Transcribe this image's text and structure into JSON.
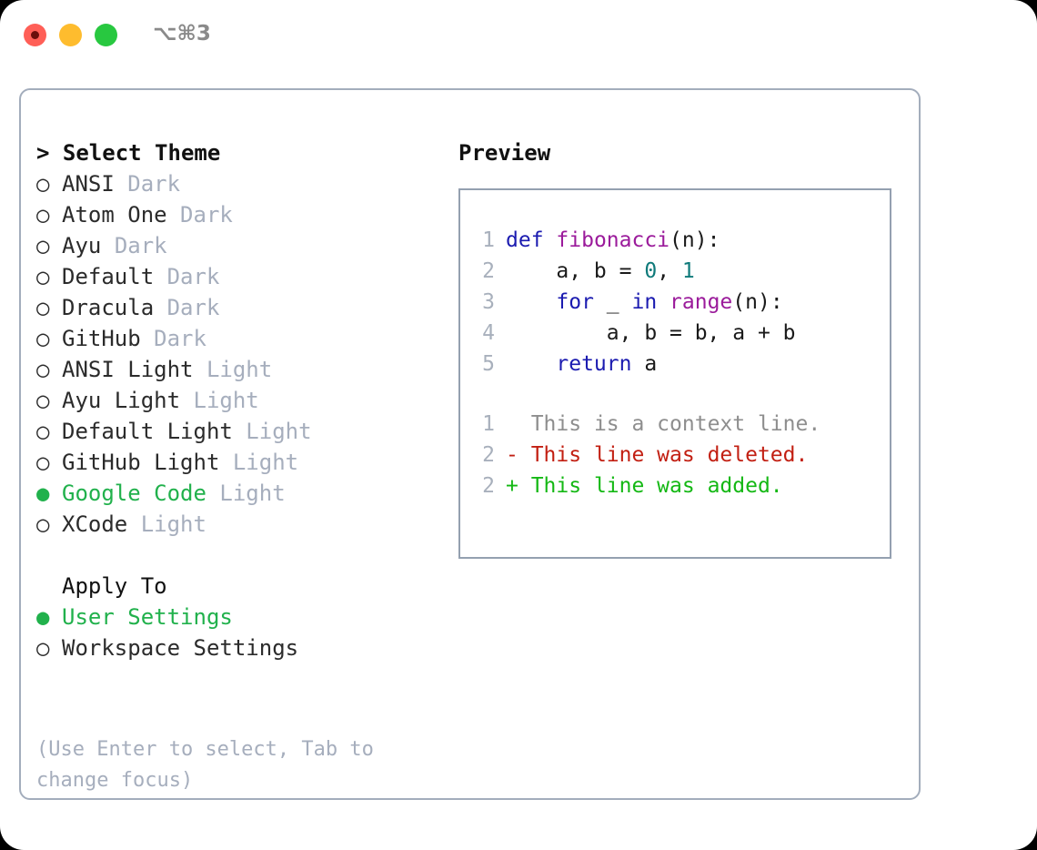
{
  "titlebar": {
    "shortcut": "⌥⌘3",
    "lights": [
      {
        "name": "close",
        "color": "#ff5f57"
      },
      {
        "name": "minimize",
        "color": "#febc2e"
      },
      {
        "name": "zoom",
        "color": "#28c840"
      }
    ]
  },
  "theme_section": {
    "caret": ">",
    "title": "Select Theme",
    "selected_bullet": "●",
    "unselected_bullet": "○",
    "items": [
      {
        "name": "ANSI",
        "tag": "Dark",
        "selected": false
      },
      {
        "name": "Atom One",
        "tag": "Dark",
        "selected": false
      },
      {
        "name": "Ayu",
        "tag": "Dark",
        "selected": false
      },
      {
        "name": "Default",
        "tag": "Dark",
        "selected": false
      },
      {
        "name": "Dracula",
        "tag": "Dark",
        "selected": false
      },
      {
        "name": "GitHub",
        "tag": "Dark",
        "selected": false
      },
      {
        "name": "ANSI Light",
        "tag": "Light",
        "selected": false
      },
      {
        "name": "Ayu Light",
        "tag": "Light",
        "selected": false
      },
      {
        "name": "Default Light",
        "tag": "Light",
        "selected": false
      },
      {
        "name": "GitHub Light",
        "tag": "Light",
        "selected": false
      },
      {
        "name": "Google Code",
        "tag": "Light",
        "selected": true
      },
      {
        "name": "XCode",
        "tag": "Light",
        "selected": false
      }
    ]
  },
  "apply_section": {
    "title": "Apply To",
    "items": [
      {
        "name": "User Settings",
        "selected": true
      },
      {
        "name": "Workspace Settings",
        "selected": false
      }
    ]
  },
  "hint": "(Use Enter to select, Tab to change focus)",
  "preview": {
    "title": "Preview",
    "code_lines": [
      {
        "n": "1",
        "tokens": [
          {
            "t": "def",
            "c": "kw"
          },
          {
            "t": " ",
            "c": "pln"
          },
          {
            "t": "fibonacci",
            "c": "fn"
          },
          {
            "t": "(n):",
            "c": "pln"
          }
        ]
      },
      {
        "n": "2",
        "tokens": [
          {
            "t": "    a, b = ",
            "c": "pln"
          },
          {
            "t": "0",
            "c": "num"
          },
          {
            "t": ", ",
            "c": "pln"
          },
          {
            "t": "1",
            "c": "num"
          }
        ]
      },
      {
        "n": "3",
        "tokens": [
          {
            "t": "    ",
            "c": "pln"
          },
          {
            "t": "for",
            "c": "kw"
          },
          {
            "t": " _ ",
            "c": "pln"
          },
          {
            "t": "in",
            "c": "kw"
          },
          {
            "t": " ",
            "c": "pln"
          },
          {
            "t": "range",
            "c": "fn"
          },
          {
            "t": "(n):",
            "c": "pln"
          }
        ]
      },
      {
        "n": "4",
        "tokens": [
          {
            "t": "        a, b = b, a + b",
            "c": "pln"
          }
        ]
      },
      {
        "n": "5",
        "tokens": [
          {
            "t": "    ",
            "c": "pln"
          },
          {
            "t": "return",
            "c": "kw"
          },
          {
            "t": " a",
            "c": "pln"
          }
        ]
      }
    ],
    "diff_lines": [
      {
        "n": "1",
        "marker": "  ",
        "text": "This is a context line.",
        "kind": "ctx"
      },
      {
        "n": "2",
        "marker": "- ",
        "text": "This line was deleted.",
        "kind": "del"
      },
      {
        "n": "2",
        "marker": "+ ",
        "text": "This line was added.",
        "kind": "add"
      }
    ]
  },
  "colors": {
    "accent_green": "#21b14c",
    "tag_gray": "#a6aebd",
    "border": "#a3adbc",
    "preview_border": "#94a0b0",
    "keyword": "#1b1bb0",
    "function": "#9b1b9b",
    "number": "#0f7a7a",
    "diff_deleted": "#c21f12",
    "diff_added": "#14b814",
    "line_number": "#a8b0bc"
  }
}
